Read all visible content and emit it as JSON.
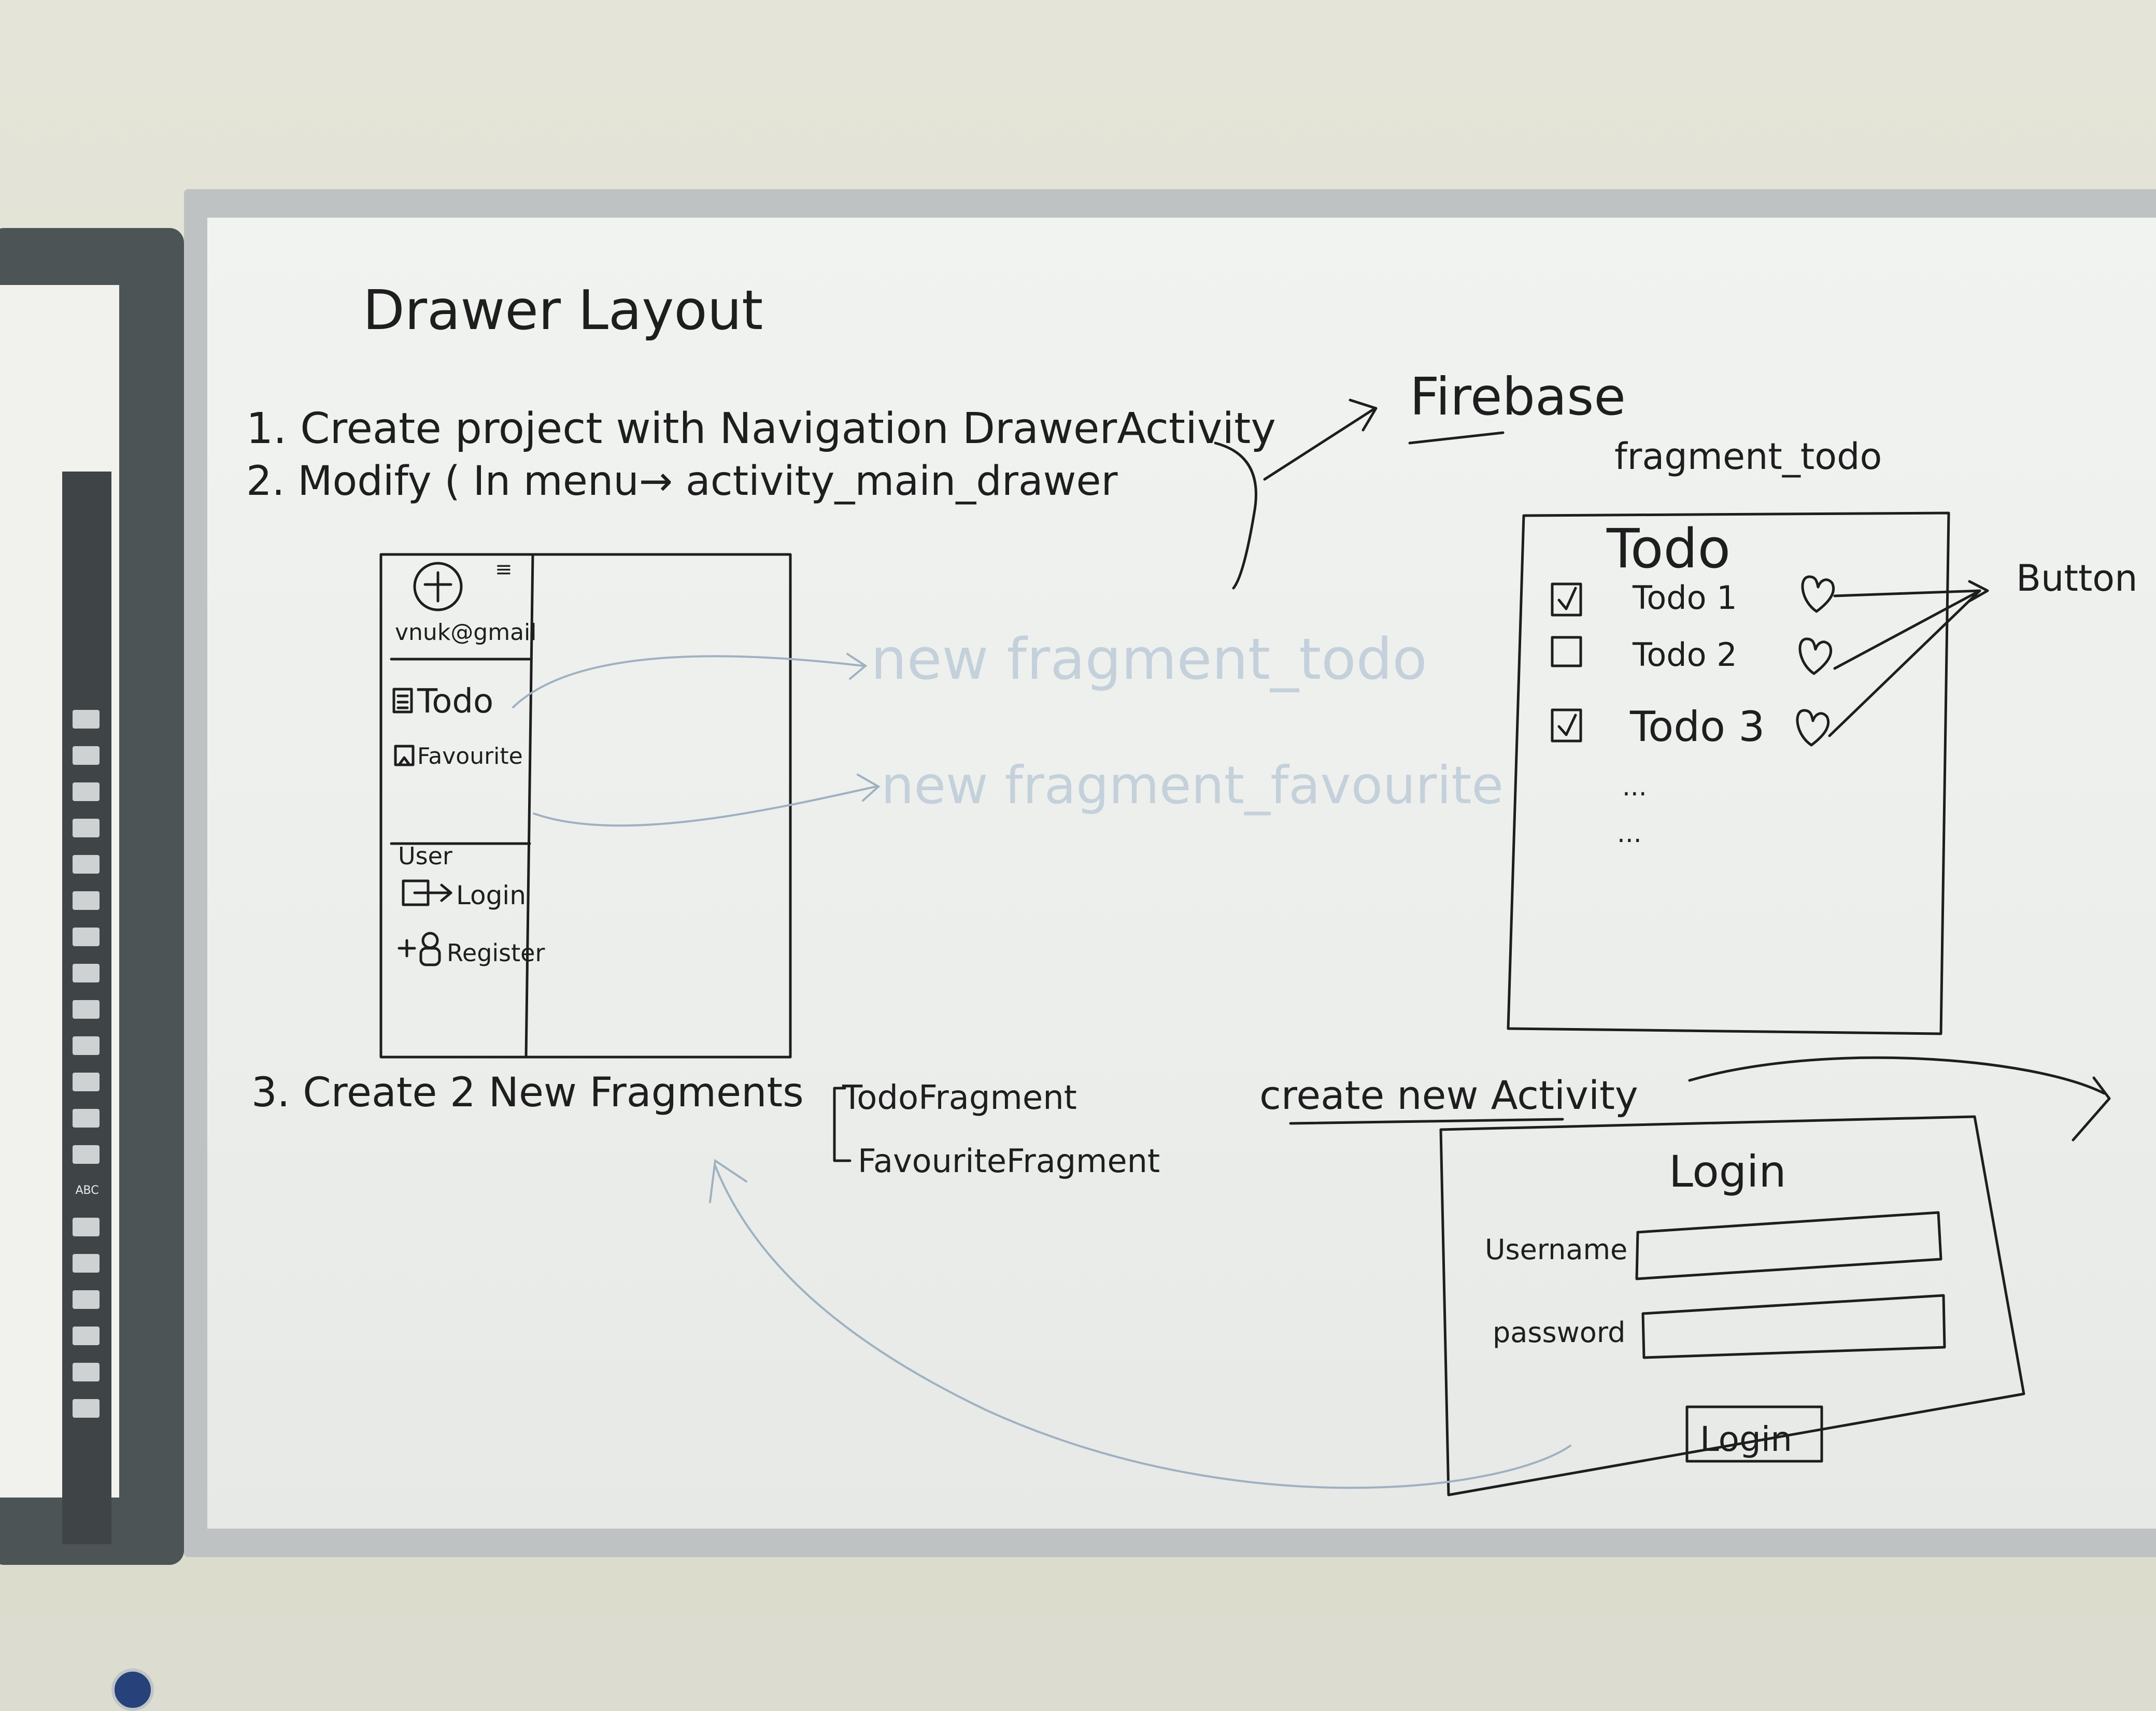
{
  "heading": "Drawer Layout",
  "steps": [
    "1. Create project with Navigation DrawerActivity",
    "2. Modify ( In menu→ activity_main_drawer",
    "3. Create 2 New Fragments"
  ],
  "firebase_note": "Firebase",
  "drawer_sketch": {
    "email": "vnuk@gmail",
    "menu_glyph": "≡",
    "items": [
      "Todo",
      "Favourite"
    ],
    "user_group": "User",
    "user_items": [
      "Login",
      "Register"
    ]
  },
  "new_fragment_notes": [
    "new fragment_todo",
    "new fragment_favourite"
  ],
  "fragments_list": [
    "TodoFragment",
    "FavouriteFragment"
  ],
  "todo_sketch": {
    "caption": "fragment_todo",
    "title": "Todo",
    "items": [
      "Todo 1",
      "Todo 2",
      "Todo 3"
    ],
    "more": [
      "...",
      "..."
    ],
    "button_note": "Button"
  },
  "create_activity_note": "create new Activity",
  "login_sketch": {
    "title": "Login",
    "fields": [
      "Username",
      "password"
    ],
    "button": "Login"
  },
  "toolbar_label": "ABC",
  "colors": {
    "ink": "#1e1e1e",
    "faded_ink": "#c4d0da",
    "board": "#eef0ee",
    "wall": "#dcdccd"
  }
}
